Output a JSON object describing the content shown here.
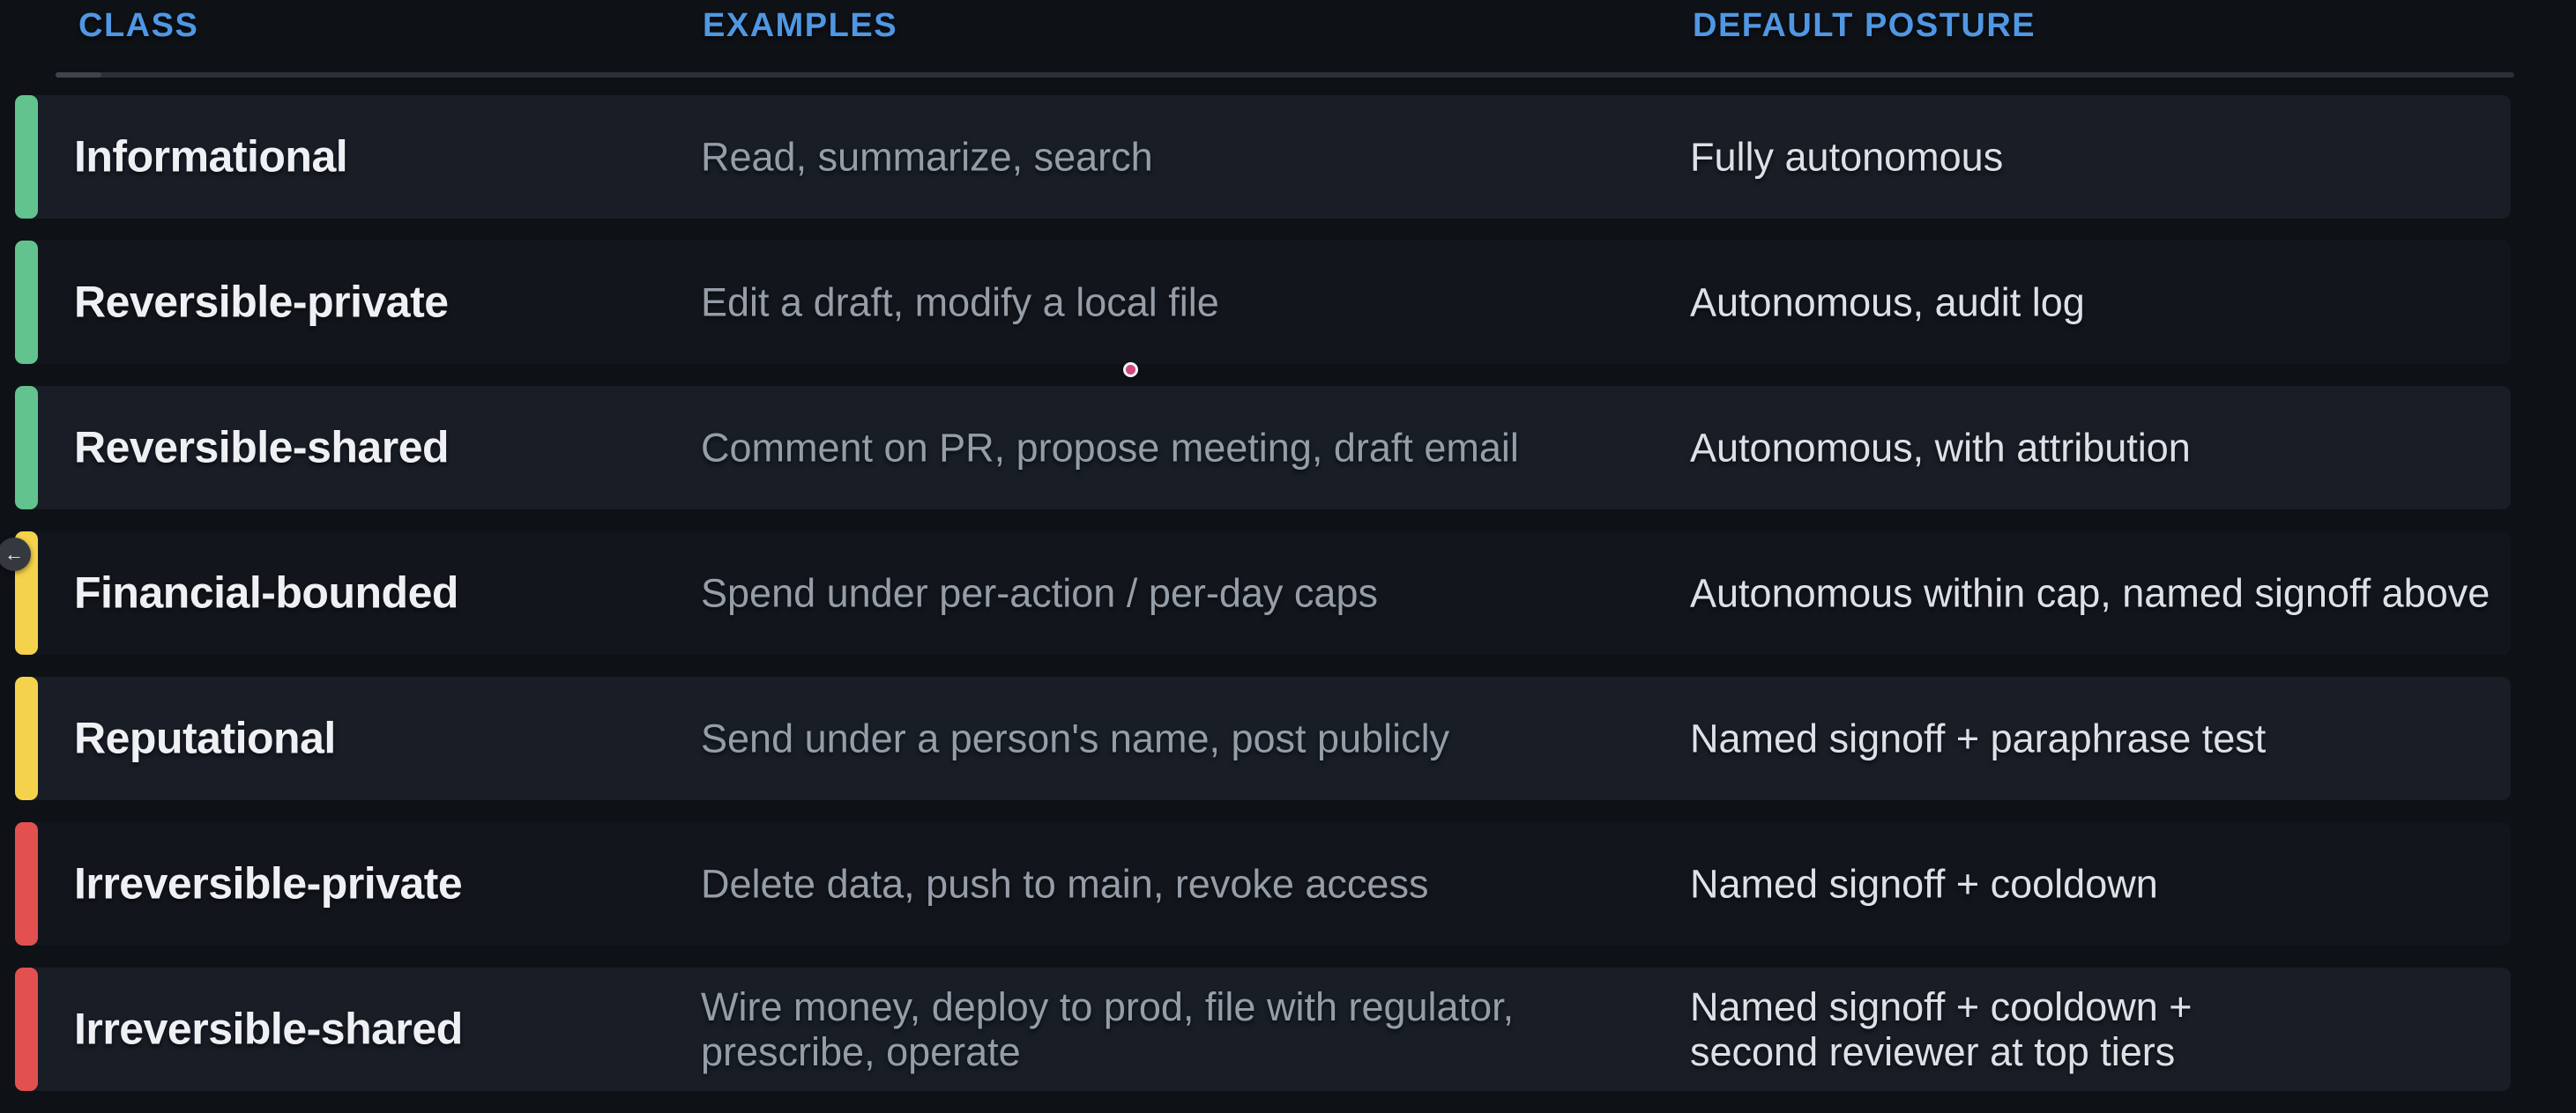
{
  "colors": {
    "green": "#63c38e",
    "yellow": "#f5d24b",
    "red": "#e25050",
    "header_blue": "#4f97e3",
    "cursor_pink": "#d2487b"
  },
  "table": {
    "headers": {
      "class": "CLASS",
      "examples": "EXAMPLES",
      "posture": "DEFAULT POSTURE"
    },
    "rows": [
      {
        "class": "Informational",
        "examples": "Read, summarize, search",
        "posture": "Fully autonomous",
        "tier": "green"
      },
      {
        "class": "Reversible-private",
        "examples": "Edit a draft, modify a local file",
        "posture": "Autonomous, audit log",
        "tier": "green"
      },
      {
        "class": "Reversible-shared",
        "examples": "Comment on PR, propose meeting, draft email",
        "posture": "Autonomous, with attribution",
        "tier": "green"
      },
      {
        "class": "Financial-bounded",
        "examples": "Spend under per-action / per-day caps",
        "posture": "Autonomous within cap, named signoff above",
        "tier": "yellow"
      },
      {
        "class": "Reputational",
        "examples": "Send under a person's name, post publicly",
        "posture": "Named signoff + paraphrase test",
        "tier": "yellow"
      },
      {
        "class": "Irreversible-private",
        "examples": "Delete data, push to main, revoke access",
        "posture": "Named signoff + cooldown",
        "tier": "red"
      },
      {
        "class": "Irreversible-shared",
        "examples": "Wire money, deploy to prod, file with regulator,\nprescribe, operate",
        "posture": "Named signoff + cooldown +\nsecond reviewer at top tiers",
        "tier": "red"
      }
    ]
  },
  "overlay": {
    "back_button_glyph": "←"
  }
}
